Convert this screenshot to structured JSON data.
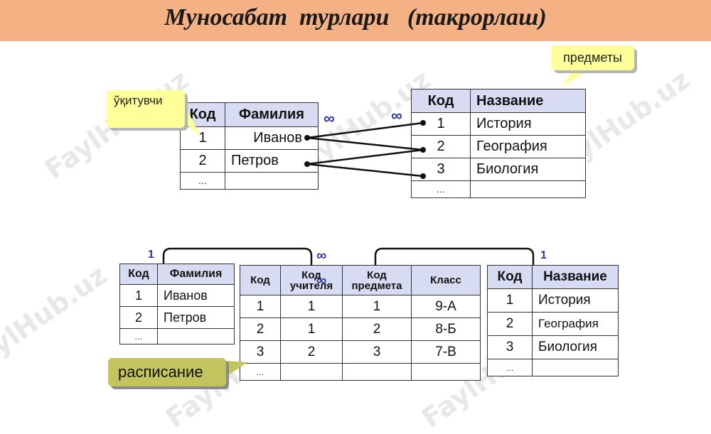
{
  "title": "Муносабат  турлари   (такрорлаш)",
  "watermark": "FaylHub.uz",
  "top_teachers": {
    "headers": [
      "Код",
      "Фамилия"
    ],
    "rows": [
      [
        "1",
        "Иванов"
      ],
      [
        "2",
        "Петров"
      ],
      [
        "…",
        ""
      ]
    ]
  },
  "top_subjects": {
    "headers": [
      "Код",
      "Название"
    ],
    "rows": [
      [
        "1",
        "История"
      ],
      [
        "2",
        "География"
      ],
      [
        "3",
        "Биология"
      ],
      [
        "…",
        ""
      ]
    ]
  },
  "callout_teacher": "ўқитувчи",
  "callout_subjects": "предметы",
  "callout_schedule": "расписание",
  "top_rel": {
    "left": "∞",
    "right": "∞"
  },
  "bottom_teachers": {
    "headers": [
      "Код",
      "Фамилия"
    ],
    "rows": [
      [
        "1",
        "Иванов"
      ],
      [
        "2",
        "Петров"
      ],
      [
        "…",
        ""
      ]
    ]
  },
  "bottom_schedule": {
    "headers": [
      "Код",
      "Код учителя",
      "Код предмета",
      "Класс"
    ],
    "rows": [
      [
        "1",
        "1",
        "1",
        "9-А"
      ],
      [
        "2",
        "1",
        "2",
        "8-Б"
      ],
      [
        "3",
        "2",
        "3",
        "7-В"
      ],
      [
        "…",
        "",
        "",
        ""
      ]
    ]
  },
  "bottom_subjects": {
    "headers": [
      "Код",
      "Название"
    ],
    "rows": [
      [
        "1",
        "История"
      ],
      [
        "2",
        "География"
      ],
      [
        "3",
        "Биология"
      ],
      [
        "…",
        ""
      ]
    ]
  },
  "bottom_rel": {
    "left_one": "1",
    "left_many": "∞",
    "right_many": "∞",
    "right_one": "1"
  },
  "colors": {
    "title_bg": "#f4b183",
    "header_bg": "#d8dcf2",
    "relation_blue": "#2b3a9a",
    "callout_yellow": "#ffff99",
    "callout_olive": "#c4c45e"
  }
}
